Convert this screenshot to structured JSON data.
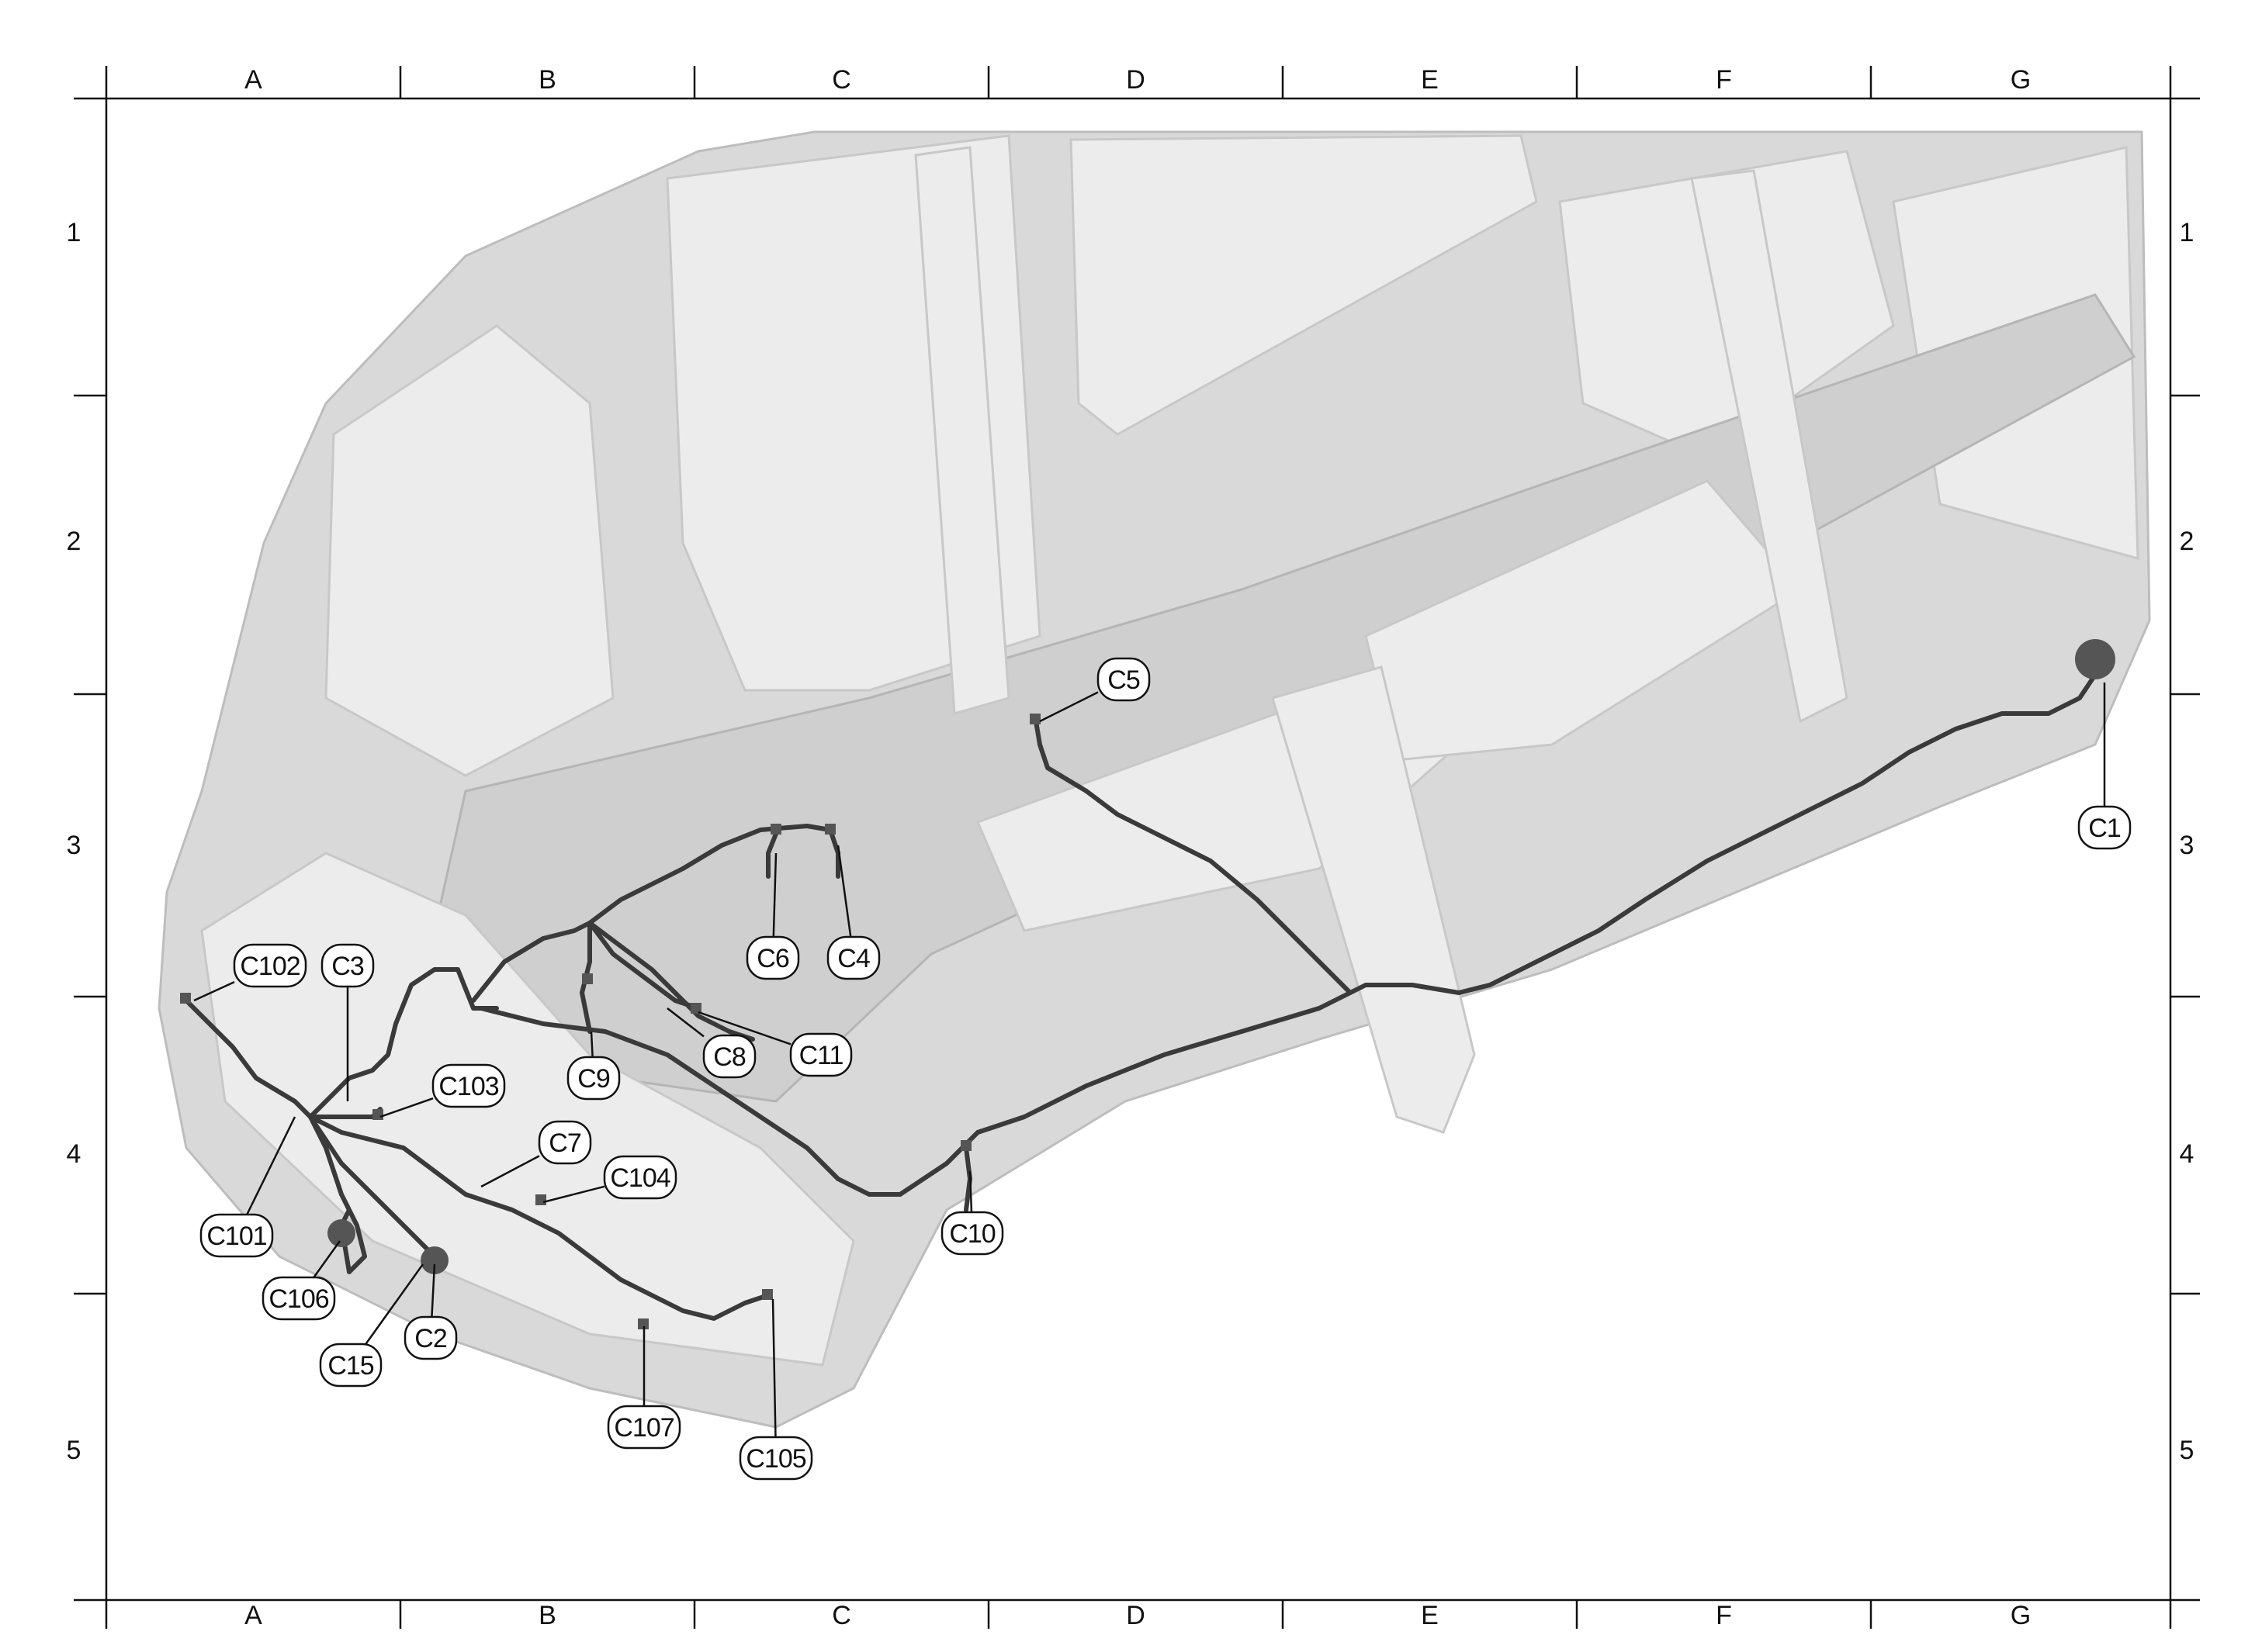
{
  "grid": {
    "columns": [
      "A",
      "B",
      "C",
      "D",
      "E",
      "F",
      "G"
    ],
    "rows": [
      "1",
      "2",
      "3",
      "4",
      "5"
    ]
  },
  "connectors": [
    {
      "id": "c1",
      "label": "C1"
    },
    {
      "id": "c2",
      "label": "C2"
    },
    {
      "id": "c3",
      "label": "C3"
    },
    {
      "id": "c4",
      "label": "C4"
    },
    {
      "id": "c5",
      "label": "C5"
    },
    {
      "id": "c6",
      "label": "C6"
    },
    {
      "id": "c7",
      "label": "C7"
    },
    {
      "id": "c8",
      "label": "C8"
    },
    {
      "id": "c9",
      "label": "C9"
    },
    {
      "id": "c10",
      "label": "C10"
    },
    {
      "id": "c11",
      "label": "C11"
    },
    {
      "id": "c15",
      "label": "C15"
    },
    {
      "id": "c101",
      "label": "C101"
    },
    {
      "id": "c102",
      "label": "C102"
    },
    {
      "id": "c103",
      "label": "C103"
    },
    {
      "id": "c104",
      "label": "C104"
    },
    {
      "id": "c105",
      "label": "C105"
    },
    {
      "id": "c106",
      "label": "C106"
    },
    {
      "id": "c107",
      "label": "C107"
    }
  ],
  "colors": {
    "ink": "#111111",
    "harness": "#3a3a3a",
    "body": "#d9d9d9"
  }
}
